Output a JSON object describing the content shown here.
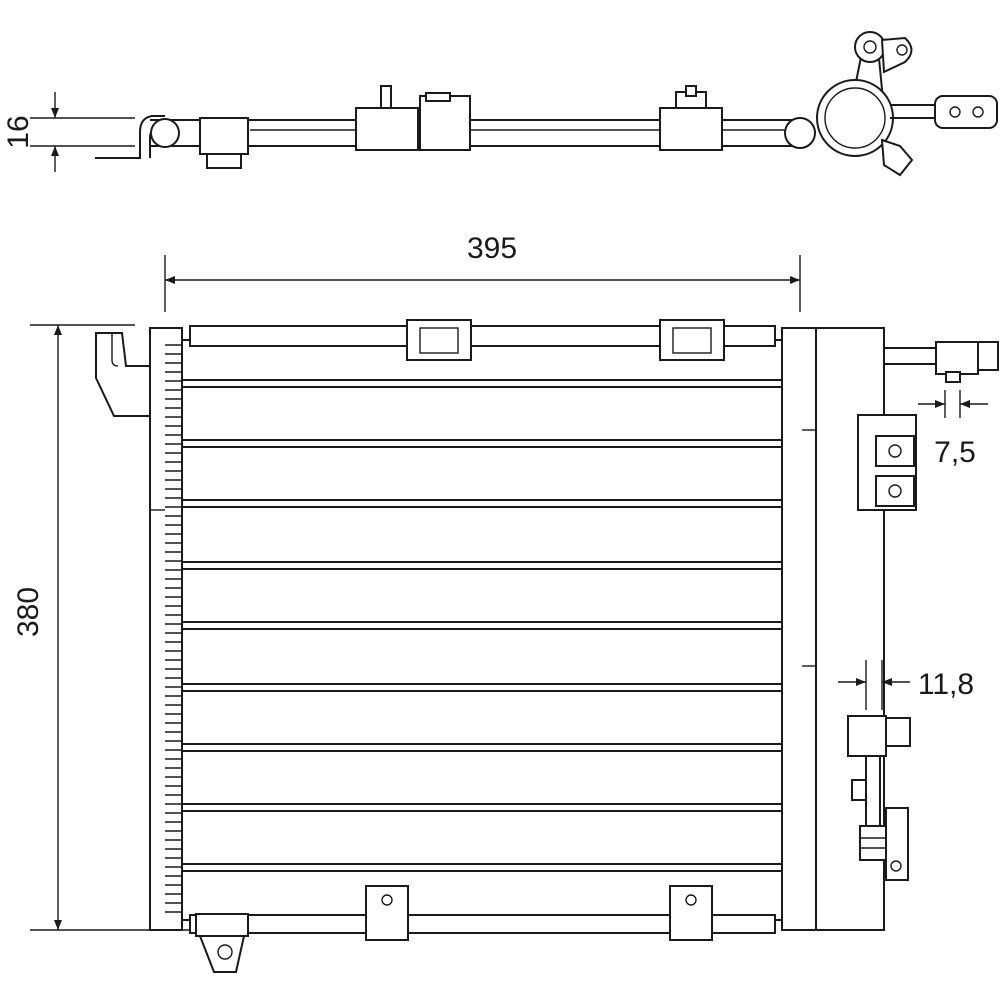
{
  "dimensions": {
    "width": "395",
    "height": "380",
    "thickness": "16",
    "port_a": "7,5",
    "port_b": "11,8"
  },
  "line_color": "#1a1a1a",
  "background_color": "#ffffff"
}
